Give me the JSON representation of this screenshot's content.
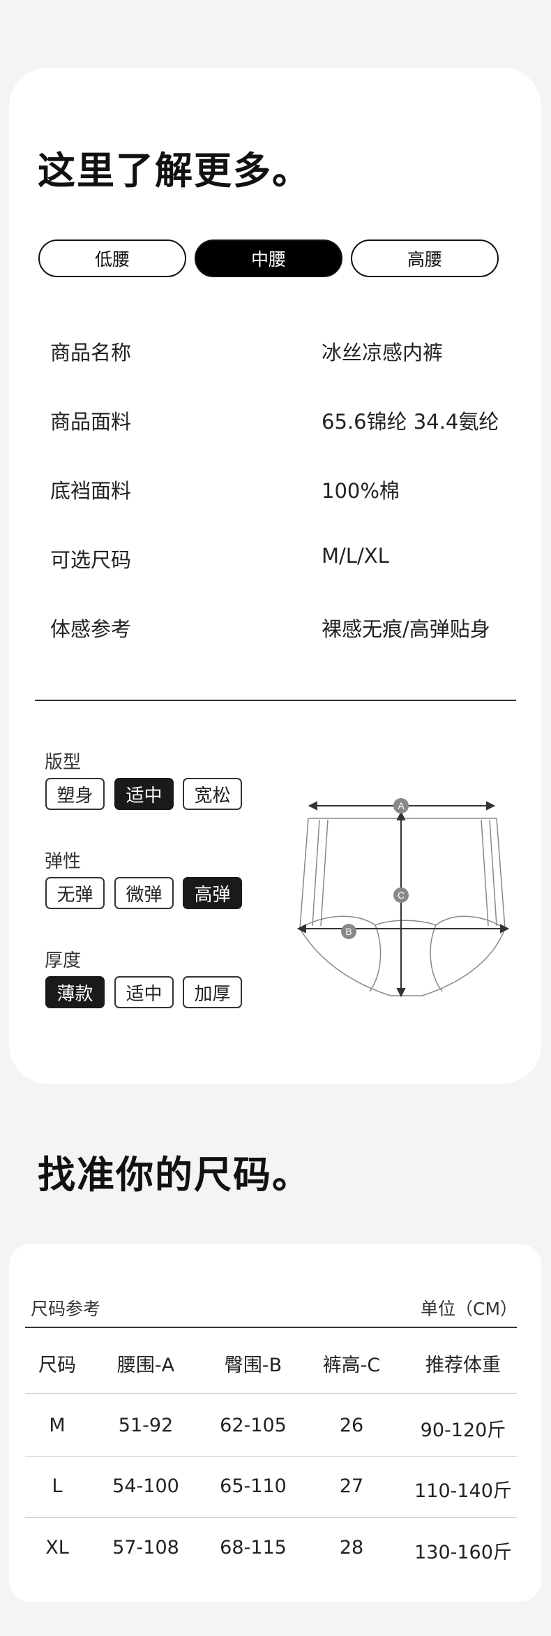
{
  "section1": {
    "title": "这里了解更多。",
    "tabs": [
      {
        "label": "低腰",
        "active": false
      },
      {
        "label": "中腰",
        "active": true
      },
      {
        "label": "高腰",
        "active": false
      }
    ],
    "specs": [
      {
        "key": "商品名称",
        "value": "冰丝凉感内裤"
      },
      {
        "key": "商品面料",
        "value": "65.6锦纶 34.4氨纶"
      },
      {
        "key": "底裆面料",
        "value": "100%棉"
      },
      {
        "key": "可选尺码",
        "value": "M/L/XL"
      },
      {
        "key": "体感参考",
        "value": "裸感无痕/高弹贴身"
      }
    ],
    "attributes": [
      {
        "title": "版型",
        "options": [
          {
            "label": "塑身",
            "on": false
          },
          {
            "label": "适中",
            "on": true
          },
          {
            "label": "宽松",
            "on": false
          }
        ]
      },
      {
        "title": "弹性",
        "options": [
          {
            "label": "无弹",
            "on": false
          },
          {
            "label": "微弹",
            "on": false
          },
          {
            "label": "高弹",
            "on": true
          }
        ]
      },
      {
        "title": "厚度",
        "options": [
          {
            "label": "薄款",
            "on": true
          },
          {
            "label": "适中",
            "on": false
          },
          {
            "label": "加厚",
            "on": false
          }
        ]
      }
    ],
    "diagram_labels": {
      "a": "A",
      "b": "B",
      "c": "C"
    }
  },
  "section2": {
    "title": "找准你的尺码。",
    "table_caption": "尺码参考",
    "unit": "单位（CM）",
    "columns": [
      "尺码",
      "腰围-A",
      "臀围-B",
      "裤高-C",
      "推荐体重"
    ],
    "rows": [
      [
        "M",
        "51-92",
        "62-105",
        "26",
        "90-120斤"
      ],
      [
        "L",
        "54-100",
        "65-110",
        "27",
        "110-140斤"
      ],
      [
        "XL",
        "57-108",
        "68-115",
        "28",
        "130-160斤"
      ]
    ]
  }
}
